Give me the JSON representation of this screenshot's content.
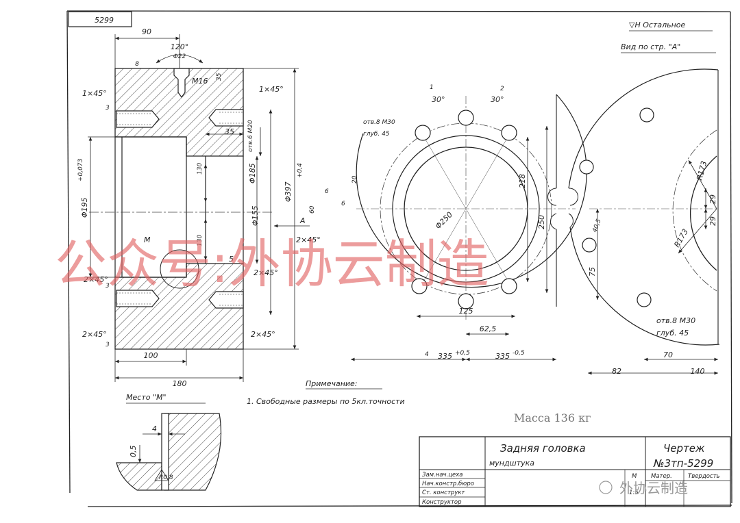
{
  "drawing_number_box": "5299",
  "section_dims": {
    "d90": "90",
    "d120": "120°",
    "d22": "Φ22",
    "d8": "8",
    "m16": "M16",
    "d35_top": "35",
    "ch_tl": "1×45°",
    "ch_tr": "1×45°",
    "d35": "35",
    "thread_hole": "отв.6 М20",
    "d130_upper": "130",
    "d185": "Φ185",
    "d155": "Φ155",
    "d397": "Φ397",
    "tol_397": "+0,4",
    "d195": "Φ195",
    "tol_195": "+0,073",
    "d60": "60",
    "d6a": "6",
    "d6b": "6",
    "d130_lower": "130",
    "d5": "5",
    "ch_ml": "2×45°",
    "ch_mr": "2×45°",
    "ch_l": "2×45°",
    "ch_bl": "2×45°",
    "ch_br": "2×45°",
    "d100": "100",
    "d180": "180",
    "label_m": "M",
    "arrow_a": "A",
    "d3a": "3",
    "d3b": "3",
    "d3c": "3"
  },
  "front_view": {
    "top_note_1": "отв.8 М30",
    "top_note_2": "глуб. 45",
    "a30_left": "30°",
    "a30_right": "30°",
    "c1": "1",
    "c2": "2",
    "d250": "Φ250",
    "d250_v": "250",
    "d218": "218",
    "d20": "20",
    "d125": "125",
    "d62_5": "62,5",
    "d335_left": "335",
    "tol_335_left": "+0,5",
    "d335_right": "335",
    "tol_335_right": "-0,5",
    "c4": "4"
  },
  "view_a": {
    "header_1": "▽Н Остальное",
    "header_2": "Вид по стр. \"А\"",
    "r173_a": "R173",
    "r173_b": "R173",
    "d29_a": "29",
    "d29_b": "29",
    "d75": "75",
    "d40_5": "40,5",
    "note_1": "отв.8 М30",
    "note_2": "глуб. 45",
    "d70": "70",
    "d82": "82",
    "d140": "140"
  },
  "notes": {
    "heading": "Примечание:",
    "line_1": "1. Свободные размеры по 5кл.точности"
  },
  "detail_m": {
    "title": "Место \"М\"",
    "d4": "4",
    "d05": "0,5",
    "r08": "R0,8"
  },
  "mass_note": "Масса 136 кг",
  "title_block": {
    "part_name": "Задняя головка",
    "part_sub": "мундштука",
    "drawing_label": "Чертеж",
    "drawing_number": "№3тп-5299",
    "sig_1": "Зам.нач.цеха",
    "sig_2": "Нач.констр.бюро",
    "sig_3": "Ст. конструкт",
    "sig_4": "Конструктор",
    "m_label": "М",
    "m_value": "1:5",
    "material_label": "Матер.",
    "hardness_label": "Твердость"
  },
  "watermark": {
    "main": "公众号:外协云制造",
    "corner": "外协云制造"
  }
}
